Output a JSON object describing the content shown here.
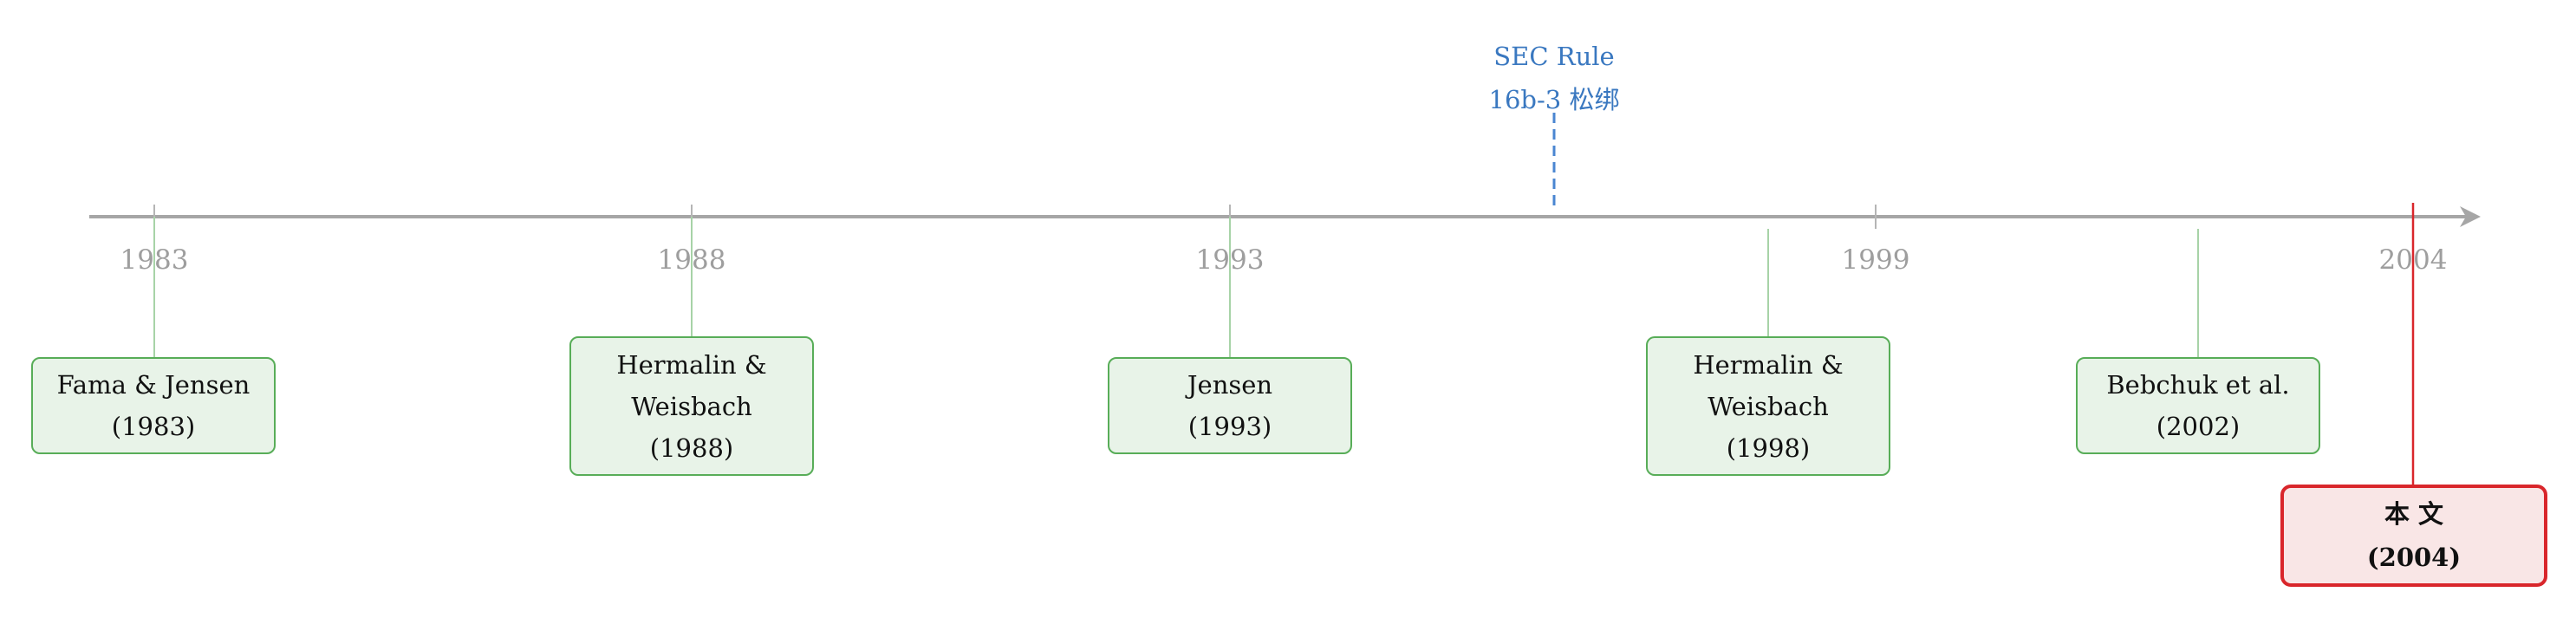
{
  "axis_years": [
    "1983",
    "1988",
    "1993",
    "1999",
    "2004"
  ],
  "sec_rule": {
    "line1": "SEC Rule",
    "line2": "16b-3 松绑"
  },
  "boxes": [
    {
      "lines": [
        "Fama & Jensen",
        "(1983)"
      ]
    },
    {
      "lines": [
        "Hermalin &",
        "Weisbach",
        "(1988)"
      ]
    },
    {
      "lines": [
        "Jensen",
        "(1993)"
      ]
    },
    {
      "lines": [
        "Hermalin &",
        "Weisbach",
        "(1998)"
      ]
    },
    {
      "lines": [
        "Bebchuk et al.",
        "(2002)"
      ]
    },
    {
      "lines": [
        "本 文",
        "(2004)"
      ]
    }
  ],
  "colors": {
    "axis": "#a6a6a6",
    "study_box_fill": "#e8f3e8",
    "study_box_border": "#58ad58",
    "connector": "#a7d3a7",
    "highlight_fill": "#f9e6e6",
    "highlight_border": "#d9262b",
    "event": "#3a78c0"
  }
}
